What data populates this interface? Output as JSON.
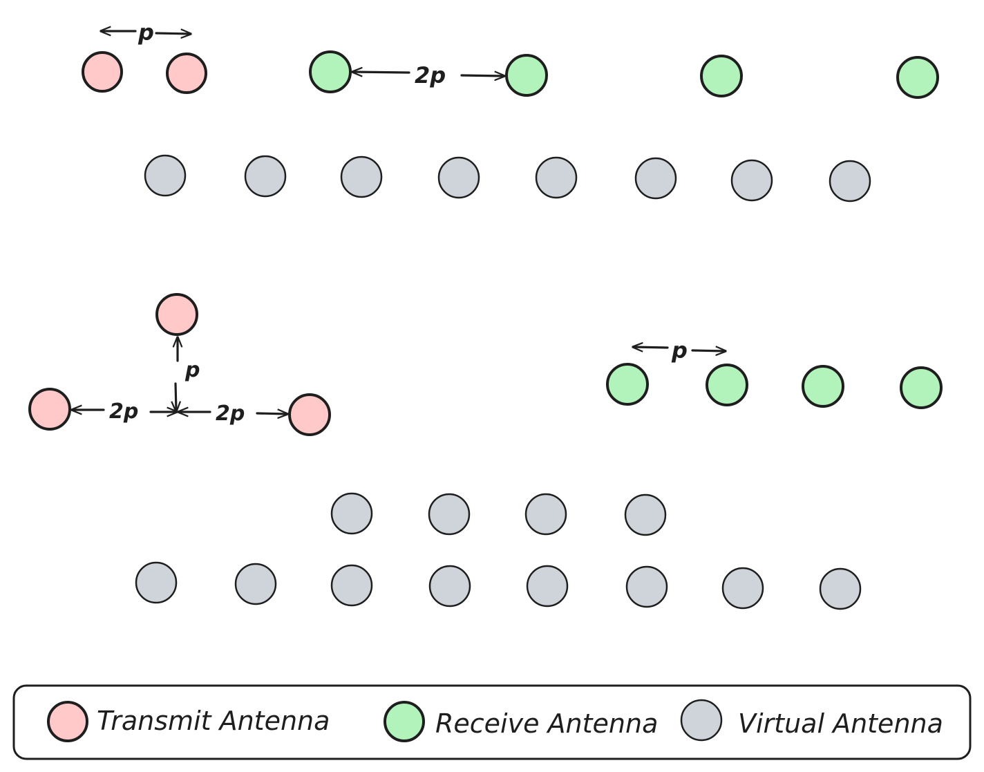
{
  "labels": {
    "top_tx_spacing": "p",
    "top_rx_spacing": "2p",
    "bottom_vertical_spacing": "p",
    "bottom_left_spacing": "2p",
    "bottom_right_spacing": "2p",
    "bottom_rx_spacing": "p"
  },
  "legend": {
    "transmit": "Transmit Antenna",
    "receive": "Receive Antenna",
    "virtual": "Virtual Antenna"
  },
  "colors": {
    "transmit": "#ffc9c9",
    "receive": "#b2f2bb",
    "virtual": "#ced4da",
    "stroke": "#1e1e1e"
  }
}
